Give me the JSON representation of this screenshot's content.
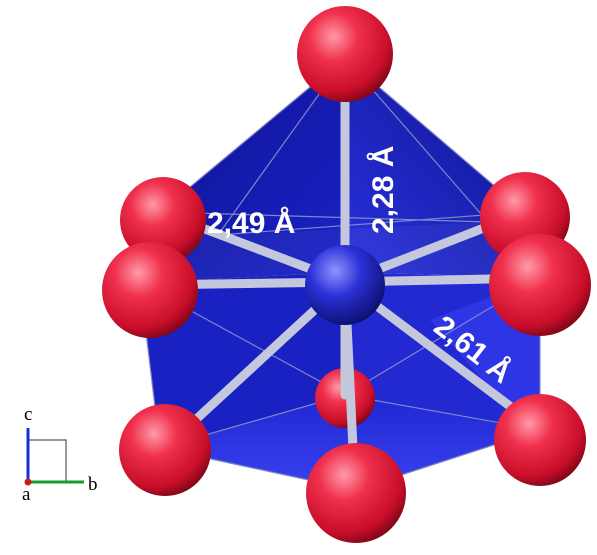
{
  "structure": {
    "colors": {
      "polyhedron_light": "#2f35e6",
      "polyhedron_mid": "#1b22c4",
      "polyhedron_dark": "#0a0f7a",
      "edge": "#7f86c9",
      "bond": "#c4c8dc",
      "ligand_atom": "#e8203e",
      "central_atom": "#2a2fcf"
    },
    "bond_lengths": [
      {
        "id": "apical",
        "text": "2,28 Å"
      },
      {
        "id": "upper",
        "text": "2,49 Å"
      },
      {
        "id": "lower",
        "text": "2,61 Å"
      }
    ]
  },
  "axes": {
    "labels": {
      "c": "c",
      "a": "a",
      "b": "b"
    },
    "colors": {
      "c": "#1a2fd8",
      "a": "#cc1a1a",
      "b": "#1a9a2a"
    }
  }
}
